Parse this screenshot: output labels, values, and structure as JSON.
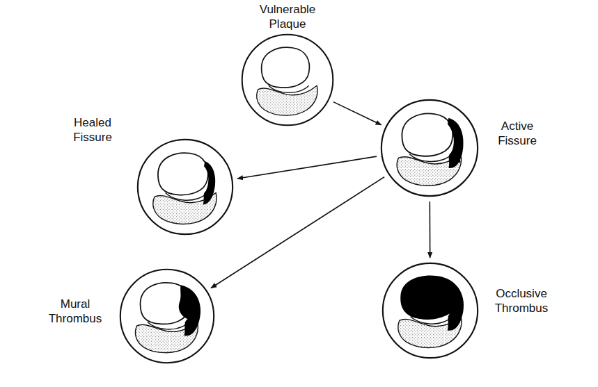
{
  "diagram": {
    "nodes": [
      {
        "text": [
          "Vulnerable Plaque"
        ]
      },
      {
        "text": [
          "Active Fissure"
        ]
      },
      {
        "text": [
          "Healed Fissure"
        ]
      },
      {
        "text": [
          "Mural Thrombus"
        ]
      },
      {
        "text": [
          "Occlusive Thrombus"
        ]
      }
    ],
    "edges": [
      {
        "from": 0,
        "to": 1,
        "arrow": "to"
      },
      {
        "from": 1,
        "to": 2,
        "arrow": "to"
      },
      {
        "from": 1,
        "to": 3,
        "arrow": "to"
      },
      {
        "from": 1,
        "to": 4,
        "arrow": "to"
      }
    ]
  }
}
